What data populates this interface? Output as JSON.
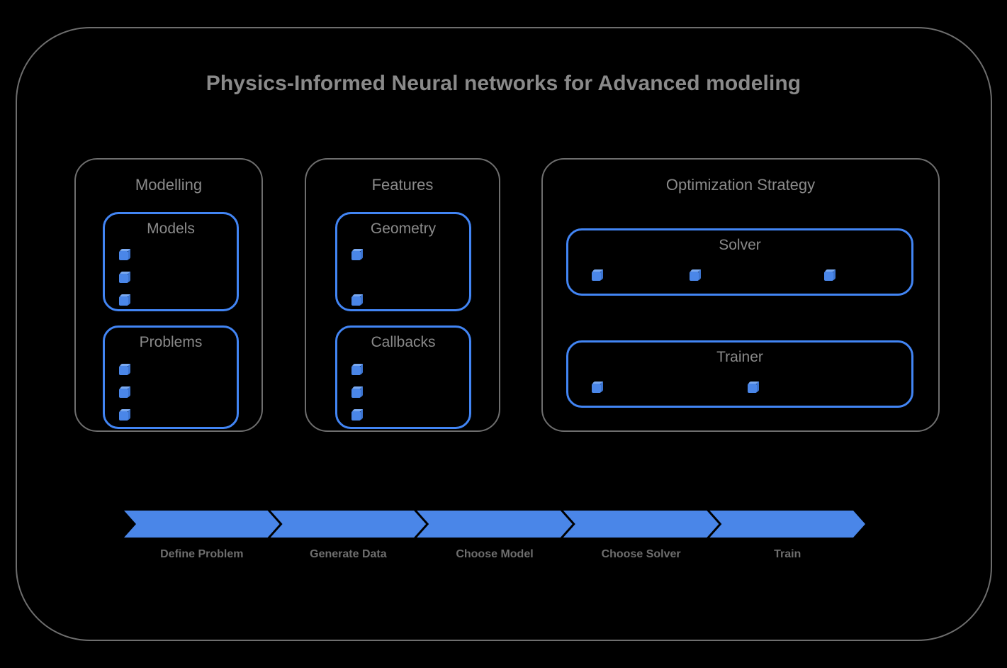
{
  "title": "Physics-Informed Neural networks for Advanced modeling",
  "colors": {
    "background": "#000000",
    "frame_border": "#6e6e6e",
    "text_gray": "#8a8a8a",
    "accent_blue": "#4285f4",
    "cube_blue": "#4a86e8",
    "arrow_blue": "#4a86e8"
  },
  "groups": [
    {
      "id": "modelling",
      "title": "Modelling",
      "cards": [
        {
          "id": "models",
          "title": "Models",
          "items": 3,
          "layout": "vertical"
        },
        {
          "id": "problems",
          "title": "Problems",
          "items": 3,
          "layout": "vertical"
        }
      ]
    },
    {
      "id": "features",
      "title": "Features",
      "cards": [
        {
          "id": "geometry",
          "title": "Geometry",
          "items": 2,
          "layout": "vertical"
        },
        {
          "id": "callbacks",
          "title": "Callbacks",
          "items": 3,
          "layout": "vertical"
        }
      ]
    },
    {
      "id": "optimization",
      "title": "Optimization Strategy",
      "cards": [
        {
          "id": "solver",
          "title": "Solver",
          "items": 3,
          "layout": "horizontal"
        },
        {
          "id": "trainer",
          "title": "Trainer",
          "items": 2,
          "layout": "horizontal"
        }
      ]
    }
  ],
  "pipeline": {
    "steps": [
      {
        "label": "Define Problem"
      },
      {
        "label": "Generate Data"
      },
      {
        "label": "Choose Model"
      },
      {
        "label": "Choose Solver"
      },
      {
        "label": "Train"
      }
    ]
  }
}
